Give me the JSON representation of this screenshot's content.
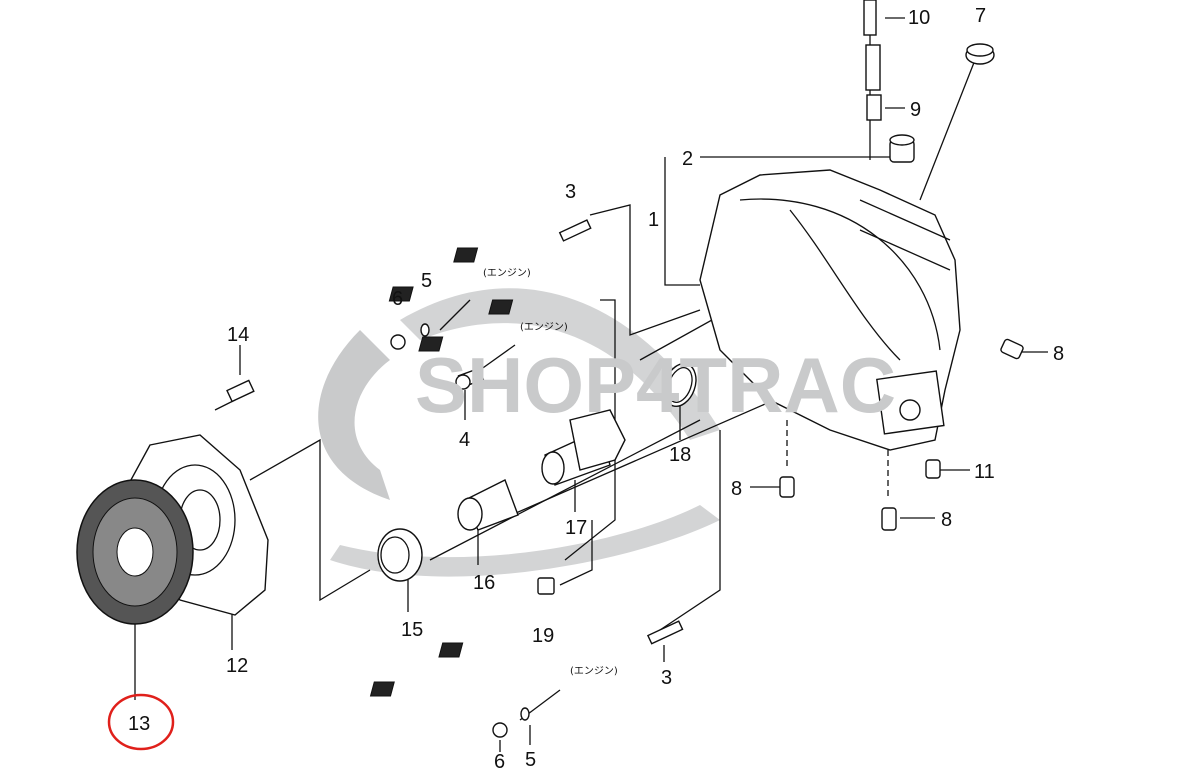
{
  "watermark": "SHOP4TRAC",
  "engine_note": "(エンジン)",
  "callouts": {
    "c1": "1",
    "c2": "2",
    "c3a": "3",
    "c3b": "3",
    "c4": "4",
    "c5a": "5",
    "c5b": "5",
    "c6a": "6",
    "c6b": "6",
    "c7": "7",
    "c8a": "8",
    "c8b": "8",
    "c8c": "8",
    "c9": "9",
    "c10": "10",
    "c11": "11",
    "c12": "12",
    "c13": "13",
    "c14": "14",
    "c15": "15",
    "c16": "16",
    "c17": "17",
    "c18": "18",
    "c19": "19"
  },
  "highlight": {
    "callout": "13",
    "color": "#e0201b"
  }
}
